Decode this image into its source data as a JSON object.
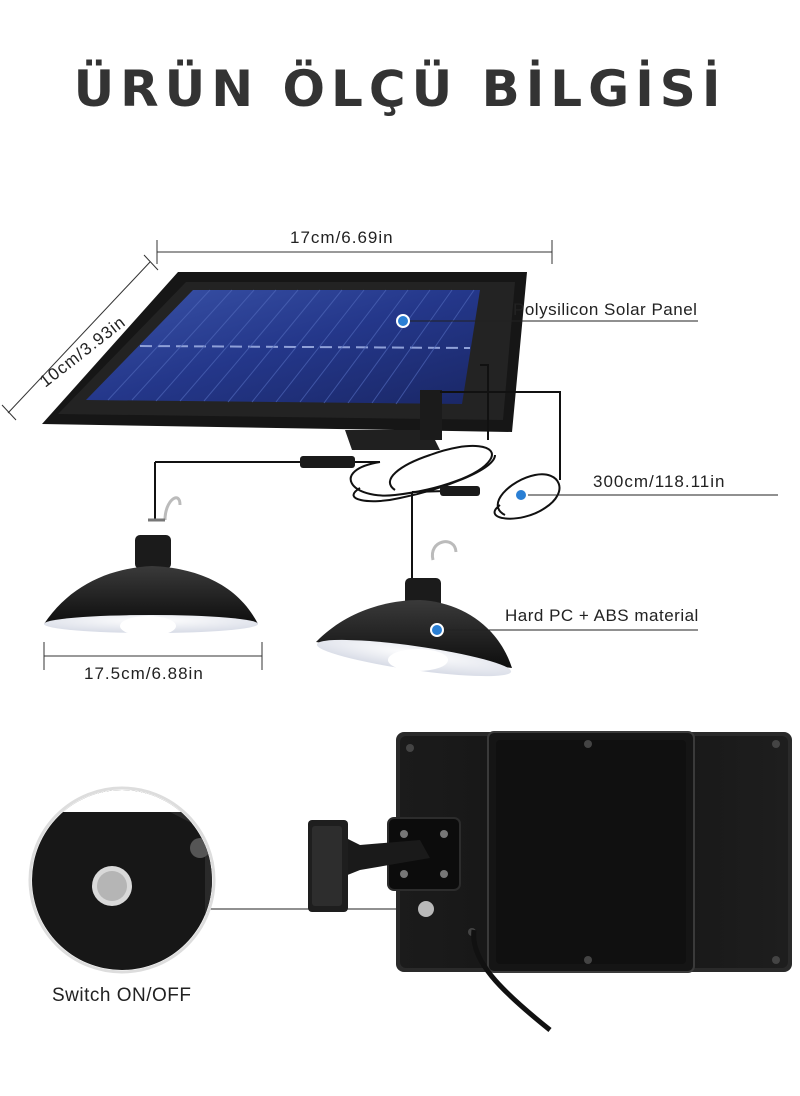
{
  "title": "ÜRÜN ÖLÇÜ BİLGİSİ",
  "dimensions": {
    "panel_width": "17cm/6.69in",
    "panel_height": "10cm/3.93in",
    "cable_length": "300cm/118.11in",
    "lamp_diameter": "17.5cm/6.88in"
  },
  "callouts": {
    "panel_material": "Polysilicon Solar Panel",
    "lamp_material": "Hard PC + ABS material",
    "switch": "Switch ON/OFF"
  },
  "colors": {
    "panel_cell": "#2b3f8a",
    "frame": "#1c1c1c",
    "callout_dot": "#2a7fd4",
    "lamp_glow": "#f4f6fb"
  },
  "icons": [
    "solar-panel-illustration",
    "pendant-lamp-illustration",
    "panel-back-illustration",
    "switch-zoom-illustration"
  ]
}
